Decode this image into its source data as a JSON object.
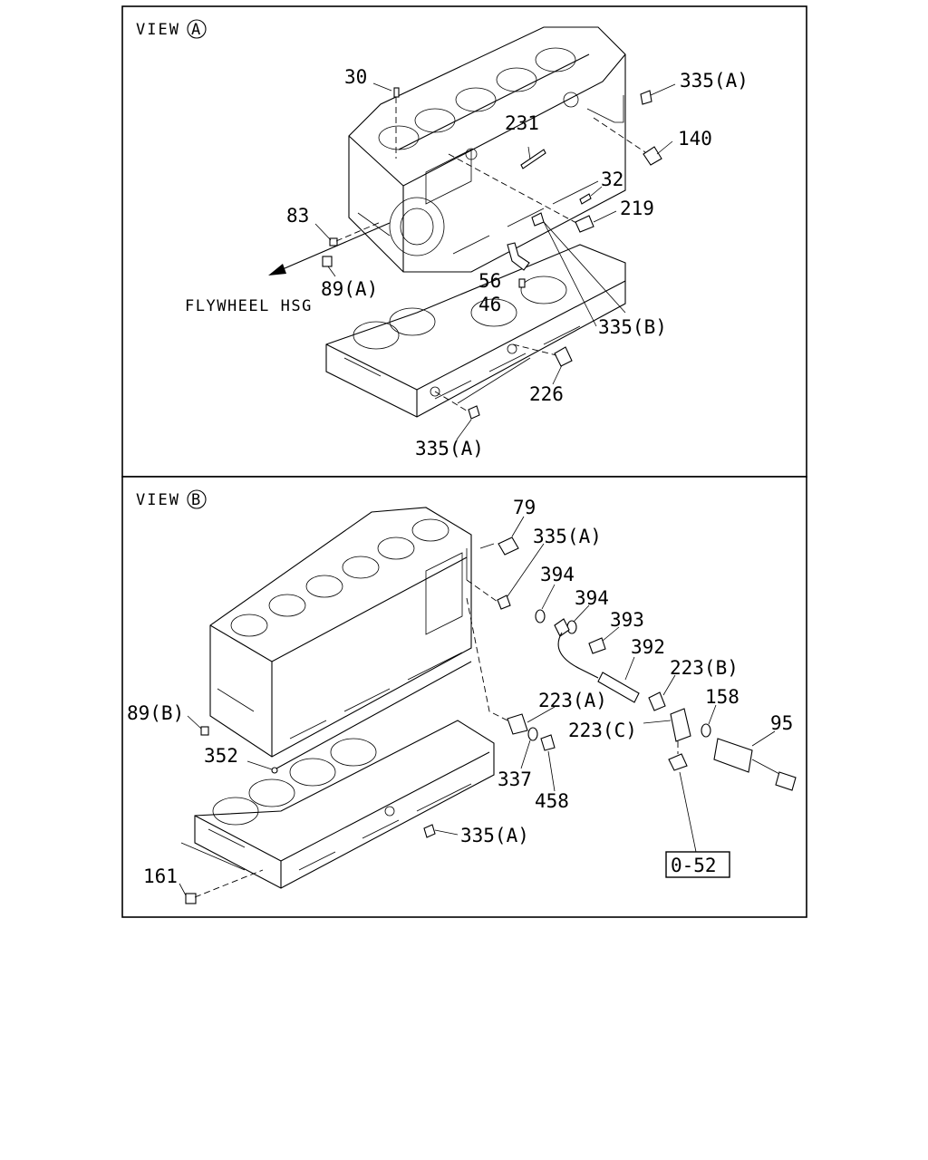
{
  "view_a": {
    "title": "VIEW",
    "marker": "A",
    "note": "FLYWHEEL HSG",
    "labels": [
      "30",
      "335(A)",
      "231",
      "140",
      "32",
      "219",
      "83",
      "89(A)",
      "56",
      "46",
      "335(B)",
      "226",
      "335(A)"
    ]
  },
  "view_b": {
    "title": "VIEW",
    "marker": "B",
    "ref_box": "0-52",
    "labels": [
      "79",
      "335(A)",
      "394",
      "394",
      "393",
      "392",
      "223(B)",
      "158",
      "95",
      "89(B)",
      "223(A)",
      "223(C)",
      "352",
      "337",
      "458",
      "335(A)",
      "161"
    ]
  }
}
